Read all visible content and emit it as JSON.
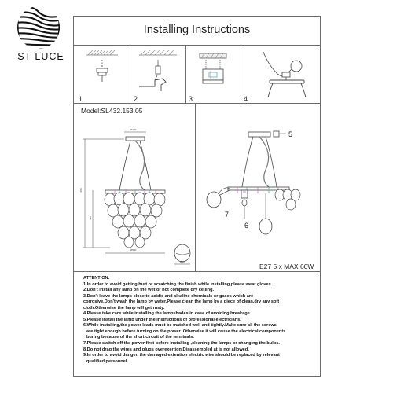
{
  "brand": {
    "name": "ST LUCE"
  },
  "header": {
    "title": "Installing Instructions"
  },
  "steps": {
    "labels": [
      "1",
      "2",
      "3",
      "4"
    ]
  },
  "model": {
    "text": "Model:SL432.153.05"
  },
  "spec": {
    "text": "E27 5 x MAX 60W"
  },
  "callouts": {
    "five": "5",
    "six": "6",
    "seven": "7"
  },
  "attention": {
    "heading": "ATTENTION:",
    "lines": [
      "1.In order to avoid getting hurt or scratching the finish while installing,please wear gloves.",
      "2.Don't install any lamp on the wet or not complete dry ceiling.",
      "3.Don't leave the lamps close to acidic and alkaline chemicals or gases which are",
      "corrosive.Don't wash the lamp by water.Please clean the lamp by a piece of clean,dry any soft",
      "cloth.Otherwise the lamp will get rusty.",
      "4.Please take care while installing the lampshades in case of avoiding breakage.",
      "5.Please install the lamp under the instructions of professional electricians.",
      "6.While installing,the power leads must be matched well and tightly.Make sure all the screws",
      "are tight enough before turning on the power .Otherwise it will cause the electrical components",
      "buring because of the short circuit of the terminals.",
      "7.Please switch off the power first before installing ,cleaning the lamps or changing the bulbs.",
      "8.Do not drag the wires and plugs overexertion.Disassembled at  is not allowed.",
      "9.In order to avoid danger, the damaged extention electric wire should be replaced by relevant",
      "qualified personnel."
    ]
  },
  "colors": {
    "frame": "#6b6b6b",
    "stroke": "#444444",
    "accent_pink": "#d46ac8",
    "accent_teal": "#3fb9b4"
  }
}
